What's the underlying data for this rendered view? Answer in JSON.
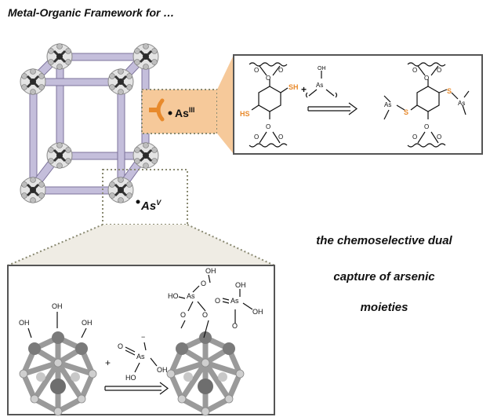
{
  "title": "Metal-Organic Framework for …",
  "labels": {
    "as3_base": "As",
    "as3_sup": "III",
    "as5_base": "As",
    "as5_sup": "V"
  },
  "caption": {
    "line1": "the chemoselective dual",
    "line2": "capture of arsenic",
    "line3": "moieties"
  },
  "top_scheme": {
    "sh": "SH",
    "hs": "HS",
    "s": "S",
    "as": "As",
    "oh": "OH",
    "o": "O",
    "plus": "+"
  },
  "bottom_scheme": {
    "oh": "OH",
    "o": "O",
    "as": "As",
    "ho": "HO",
    "minus": "−",
    "plus": "+"
  },
  "colors": {
    "accent_orange": "#e88a2c",
    "highlight_fill": "#f6c99a",
    "rod_purple": "#b9b2d0",
    "inset_fill": "#efece4",
    "cluster_gray": "#8a8a8a"
  }
}
